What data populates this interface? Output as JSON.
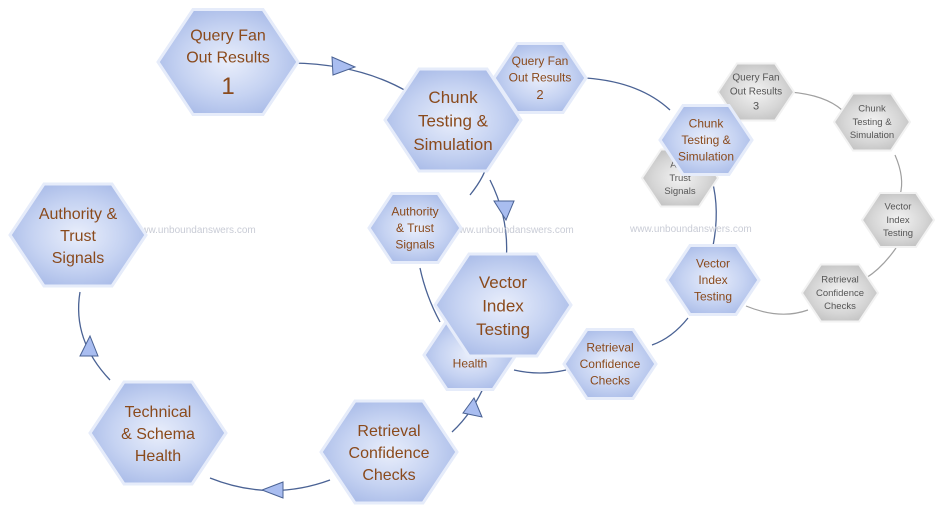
{
  "colors": {
    "blue_fill": "#b9c8ec",
    "blue_edge": "#e6ecfa",
    "blue_text": "#8a4a1c",
    "grey_fill": "#cfcfcf",
    "grey_edge": "#f2f2f2",
    "grey_text": "#555555",
    "blue_line": "#4a6294",
    "grey_line": "#a0a0a0",
    "arrow_fill": "#a9bdf0"
  },
  "watermark": "www.unboundanswers.com",
  "cycle1": {
    "query_fan_out": [
      "Query Fan",
      "Out Results",
      "1"
    ],
    "chunk_testing": [
      "Chunk",
      "Testing &",
      "Simulation"
    ],
    "vector_index": [
      "Vector",
      "Index",
      "Testing"
    ],
    "retrieval_confidence": [
      "Retrieval",
      "Confidence",
      "Checks"
    ],
    "technical_schema": [
      "Technical",
      "& Schema",
      "Health"
    ],
    "authority_trust": [
      "Authority &",
      "Trust",
      "Signals"
    ]
  },
  "cycle2": {
    "query_fan_out": [
      "Query Fan",
      "Out Results",
      "2"
    ],
    "chunk_testing": [
      "Chunk",
      "Testing &",
      "Simulation"
    ],
    "vector_index": [
      "Vector",
      "Index",
      "Testing"
    ],
    "retrieval_confidence": [
      "Retrieval",
      "Confidence",
      "Checks"
    ],
    "technical_schema_partial": [
      "&",
      "Health"
    ],
    "authority_trust": [
      "Authority",
      "& Trust",
      "Signals"
    ]
  },
  "cycle3": {
    "query_fan_out": [
      "Query Fan",
      "Out Results",
      "3"
    ],
    "chunk_testing": [
      "Chunk",
      "Testing &",
      "Simulation"
    ],
    "vector_index": [
      "Vector",
      "Index",
      "Testing"
    ],
    "retrieval_confidence": [
      "Retrieval",
      "Confidence",
      "Checks"
    ],
    "authority_trust_partial": [
      "Auth",
      "Trust",
      "Signals"
    ]
  }
}
